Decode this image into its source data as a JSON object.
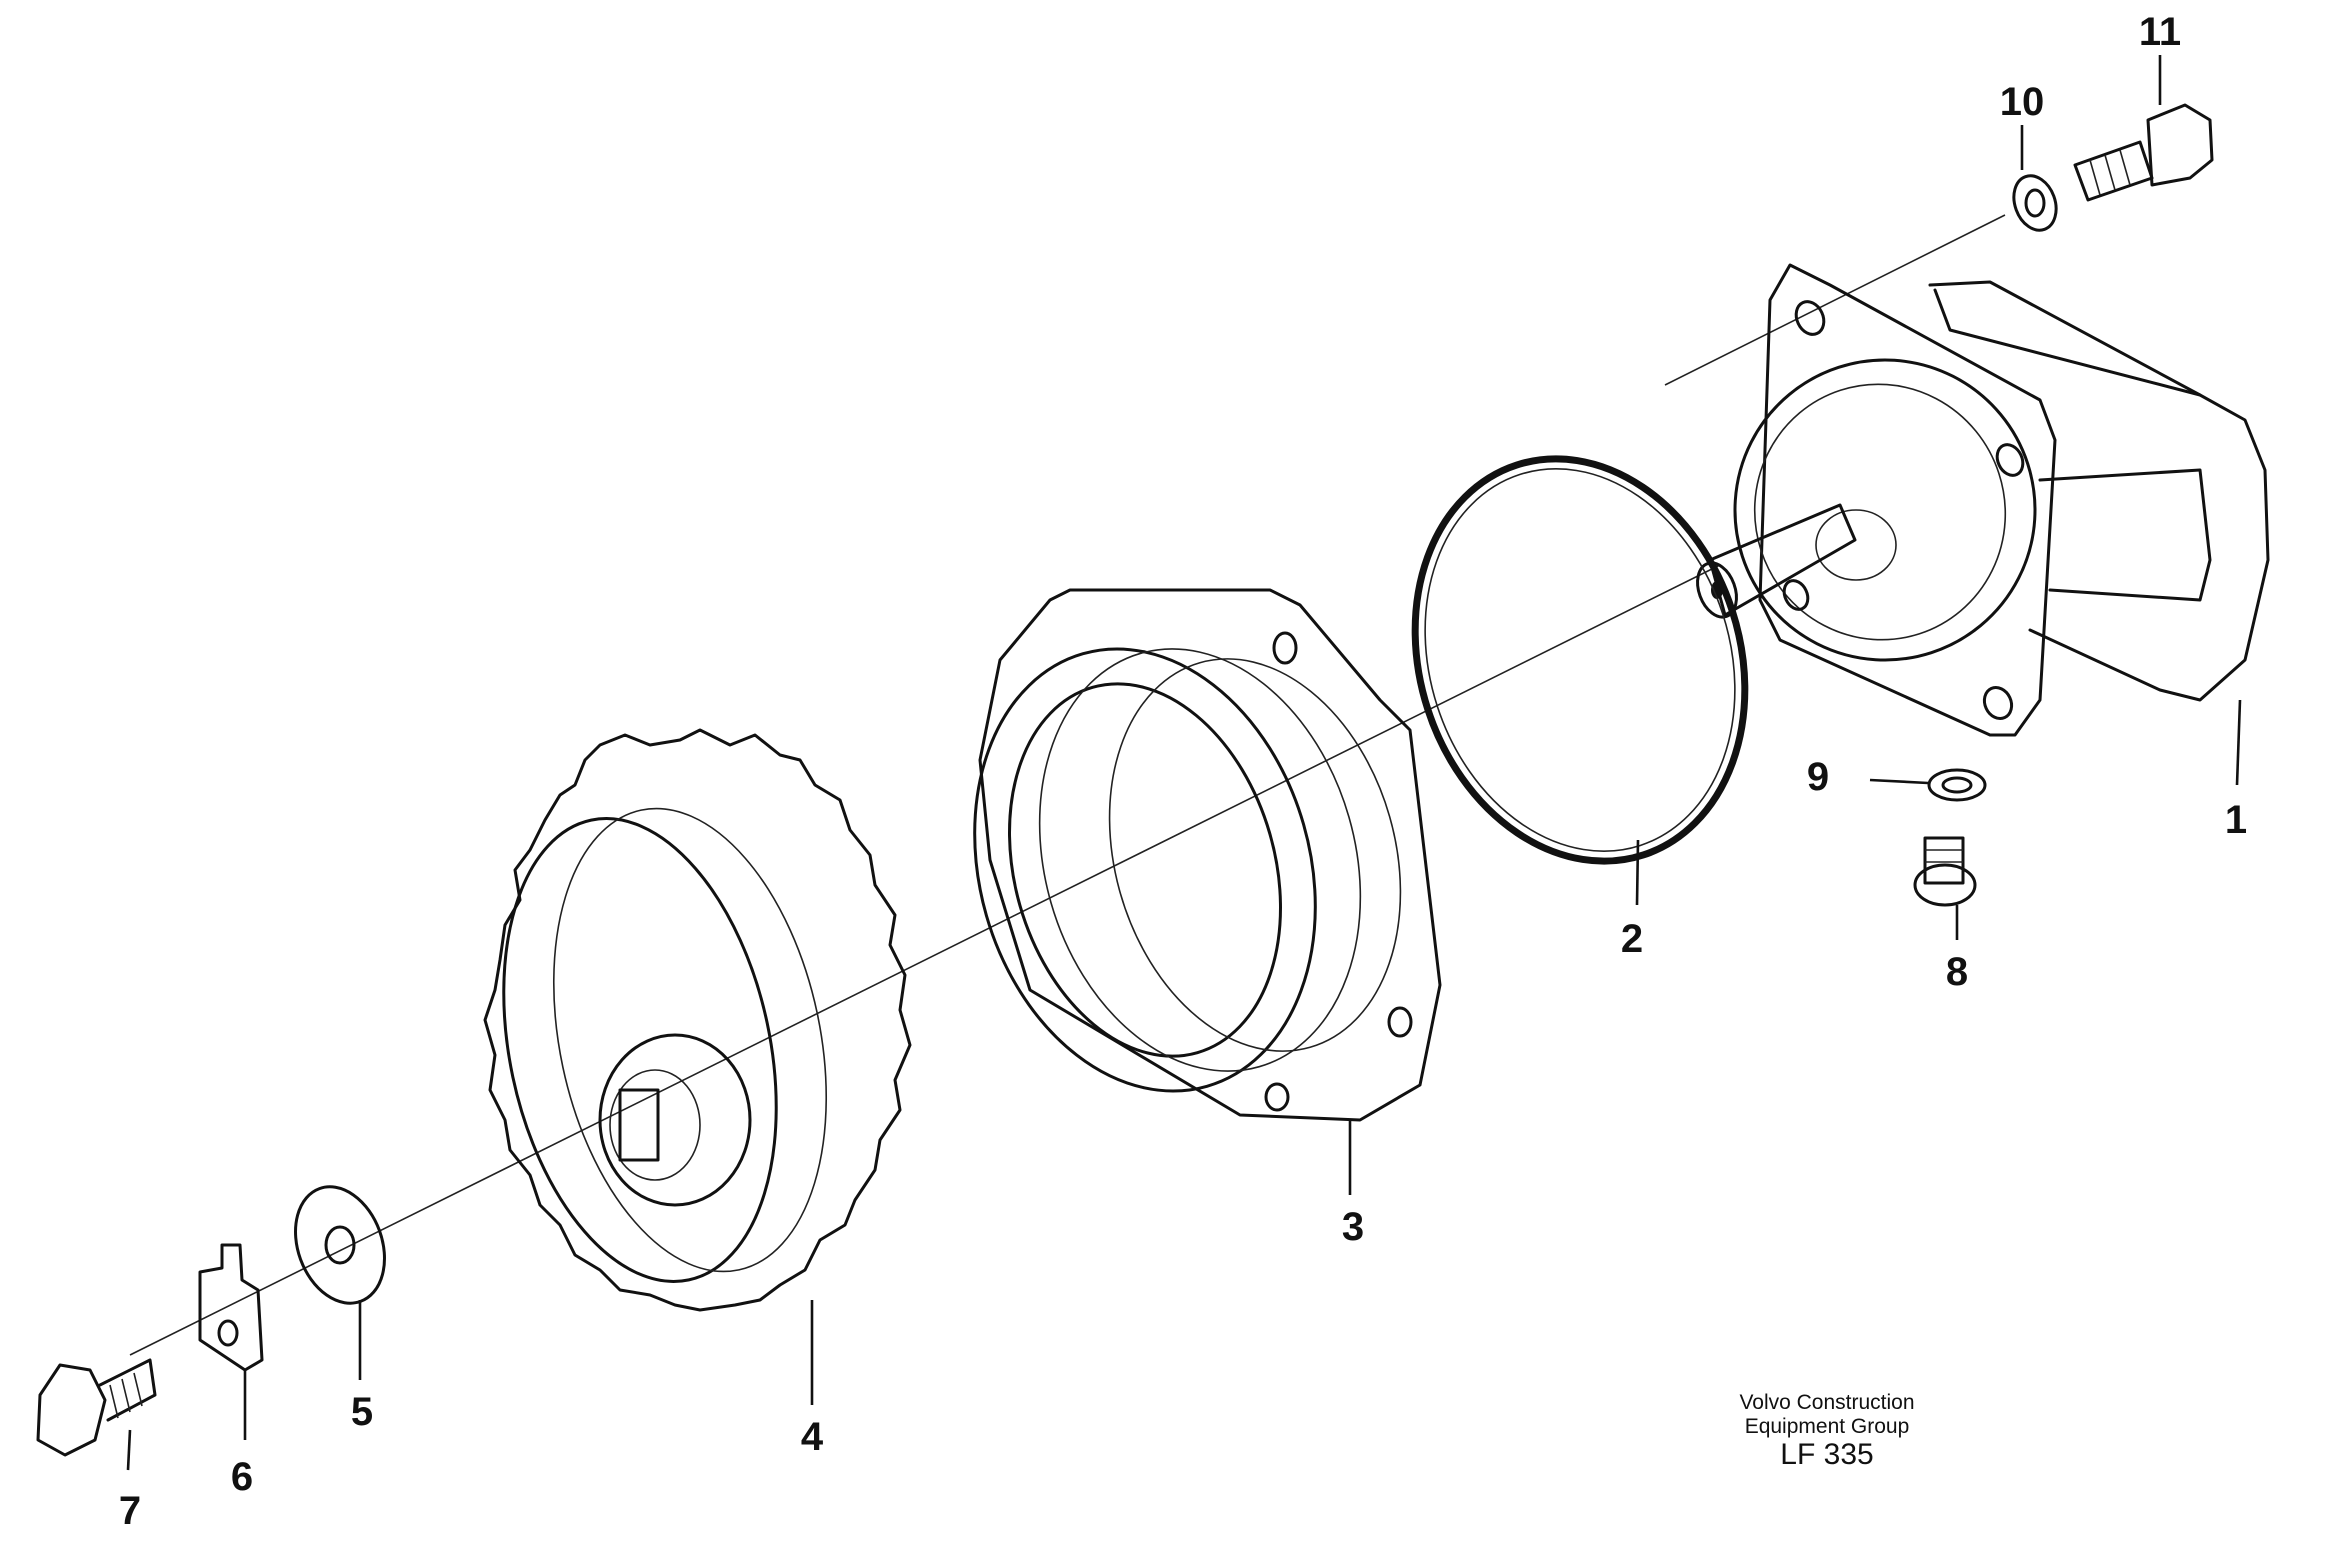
{
  "callouts": [
    "1",
    "2",
    "3",
    "4",
    "5",
    "6",
    "7",
    "8",
    "9",
    "10",
    "11"
  ],
  "caption": {
    "company_line1": "Volvo Construction",
    "company_line2": "Equipment Group",
    "figure_code": "LF 335"
  }
}
